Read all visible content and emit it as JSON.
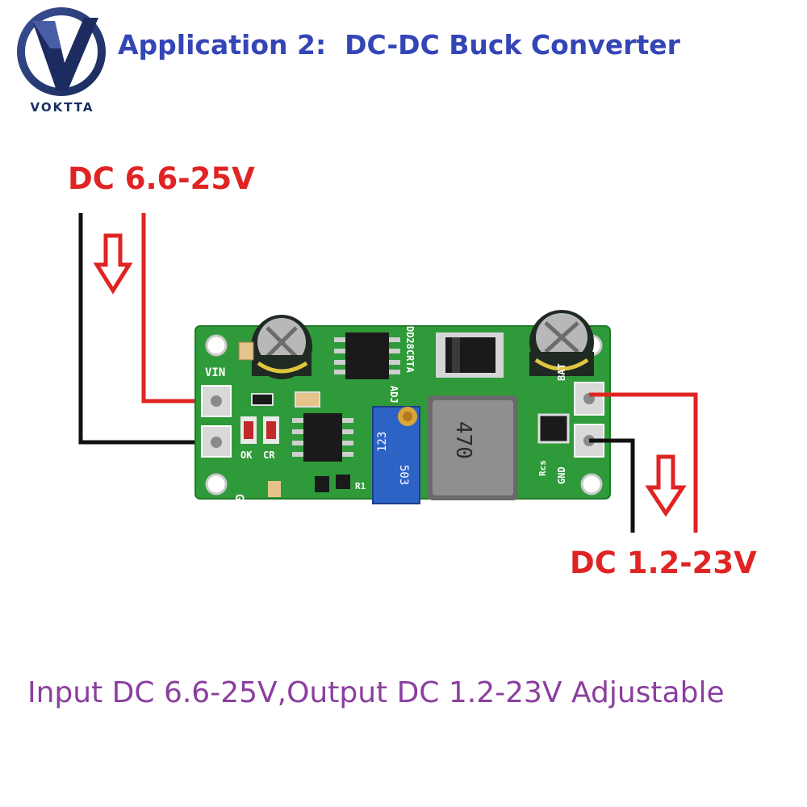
{
  "brand": {
    "name": "VOKTTA"
  },
  "title": "Application 2:  DC-DC Buck Converter",
  "input_voltage": "DC 6.6-25V",
  "output_voltage": "DC 1.2-23V",
  "caption": "Input DC 6.6-25V,Output DC 1.2-23V Adjustable",
  "board": {
    "label_vin": "VIN",
    "label_gnd_left": "GND",
    "label_bat": "BAT",
    "label_gnd_right": "GND",
    "label_ok": "OK",
    "label_cr": "CR",
    "label_adj": "ADJ",
    "label_rcs": "Rcs",
    "label_r1": "R1",
    "part_code": "DD28CRTA",
    "inductor_code": "470",
    "pot_code": "503",
    "pot_code_2": "123"
  },
  "colors": {
    "title": "#3446b6",
    "voltage": "#e02424",
    "caption": "#8a3f9e",
    "pcb": "#2f9a3a",
    "wire_positive": "#e02424",
    "wire_negative": "#111111"
  }
}
